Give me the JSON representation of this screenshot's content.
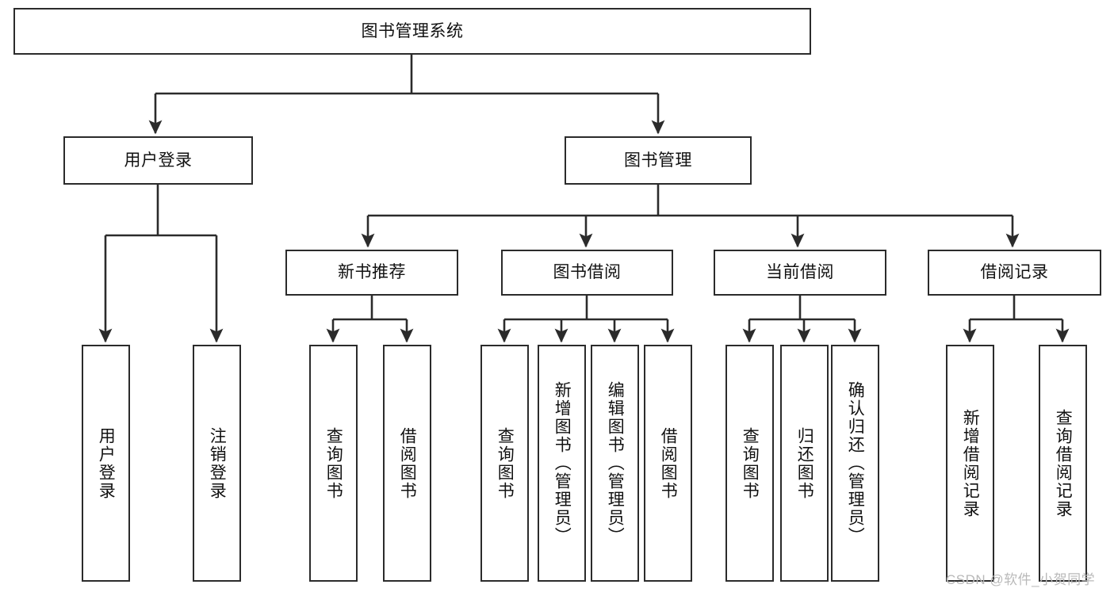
{
  "diagram": {
    "type": "tree-hierarchy-chart",
    "title": "图书管理系统",
    "line_color": "#2b2b2b",
    "box_fill": "#ffffff",
    "text_color": "#111111",
    "watermark": "CSDN @软件_小贺同学",
    "watermark_color": "#b9b9b9",
    "nodes": {
      "root": {
        "label": "图书管理系统",
        "level": 1,
        "orientation": "horizontal"
      },
      "l2": [
        {
          "id": "user-login",
          "label": "用户登录",
          "level": 2,
          "orientation": "horizontal"
        },
        {
          "id": "book-manage",
          "label": "图书管理",
          "level": 2,
          "orientation": "horizontal"
        }
      ],
      "l3": [
        {
          "id": "new-book-rec",
          "label": "新书推荐",
          "level": 3,
          "orientation": "horizontal",
          "parent": "book-manage"
        },
        {
          "id": "book-borrow",
          "label": "图书借阅",
          "level": 3,
          "orientation": "horizontal",
          "parent": "book-manage"
        },
        {
          "id": "current-borrow",
          "label": "当前借阅",
          "level": 3,
          "orientation": "horizontal",
          "parent": "book-manage"
        },
        {
          "id": "borrow-record",
          "label": "借阅记录",
          "level": 3,
          "orientation": "horizontal",
          "parent": "book-manage"
        }
      ],
      "leaves": [
        {
          "id": "leaf-user-login",
          "label": "用户登录",
          "parent": "user-login",
          "orientation": "vertical"
        },
        {
          "id": "leaf-logout-login",
          "label": "注销登录",
          "parent": "user-login",
          "orientation": "vertical"
        },
        {
          "id": "leaf-query-book-1",
          "label": "查询图书",
          "parent": "new-book-rec",
          "orientation": "vertical"
        },
        {
          "id": "leaf-borrow-book-1",
          "label": "借阅图书",
          "parent": "new-book-rec",
          "orientation": "vertical"
        },
        {
          "id": "leaf-query-book-2",
          "label": "查询图书",
          "parent": "book-borrow",
          "orientation": "vertical"
        },
        {
          "id": "leaf-add-book-admin",
          "label": "新增图书（管理员）",
          "parent": "book-borrow",
          "orientation": "vertical"
        },
        {
          "id": "leaf-edit-book-admin",
          "label": "编辑图书（管理员）",
          "parent": "book-borrow",
          "orientation": "vertical"
        },
        {
          "id": "leaf-borrow-book-2",
          "label": "借阅图书",
          "parent": "book-borrow",
          "orientation": "vertical"
        },
        {
          "id": "leaf-query-book-3",
          "label": "查询图书",
          "parent": "current-borrow",
          "orientation": "vertical"
        },
        {
          "id": "leaf-return-book",
          "label": "归还图书",
          "parent": "current-borrow",
          "orientation": "vertical"
        },
        {
          "id": "leaf-confirm-return-admin",
          "label": "确认归还（管理员）",
          "parent": "current-borrow",
          "orientation": "vertical"
        },
        {
          "id": "leaf-add-borrow-record",
          "label": "新增借阅记录",
          "parent": "borrow-record",
          "orientation": "vertical"
        },
        {
          "id": "leaf-query-borrow-record",
          "label": "查询借阅记录",
          "parent": "borrow-record",
          "orientation": "vertical"
        }
      ]
    }
  }
}
